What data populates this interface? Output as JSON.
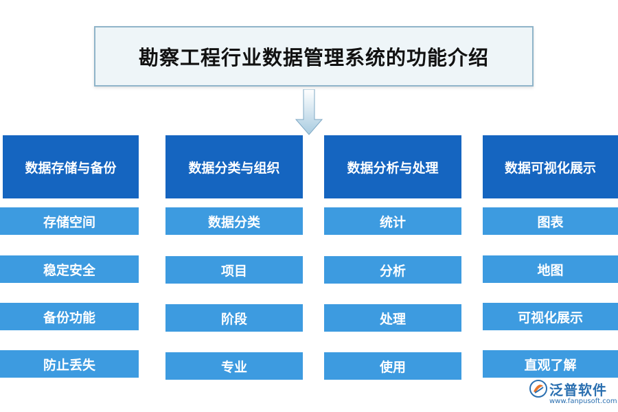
{
  "title": "勘察工程行业数据管理系统的功能介绍",
  "columns": [
    {
      "header": "数据存储与备份",
      "items": [
        "存储空间",
        "稳定安全",
        "备份功能",
        "防止丢失"
      ]
    },
    {
      "header": "数据分类与组织",
      "items": [
        "数据分类",
        "项目",
        "阶段",
        "专业"
      ]
    },
    {
      "header": "数据分析与处理",
      "items": [
        "统计",
        "分析",
        "处理",
        "使用"
      ]
    },
    {
      "header": "数据可视化展示",
      "items": [
        "图表",
        "地图",
        "可视化展示",
        "直观了解"
      ]
    }
  ],
  "logo": {
    "name": "泛普软件",
    "url": "www.fanpusoft.com"
  },
  "colors": {
    "header": "#1565c0",
    "item": "#3d9be0",
    "title_bg": "#eef5f8"
  }
}
